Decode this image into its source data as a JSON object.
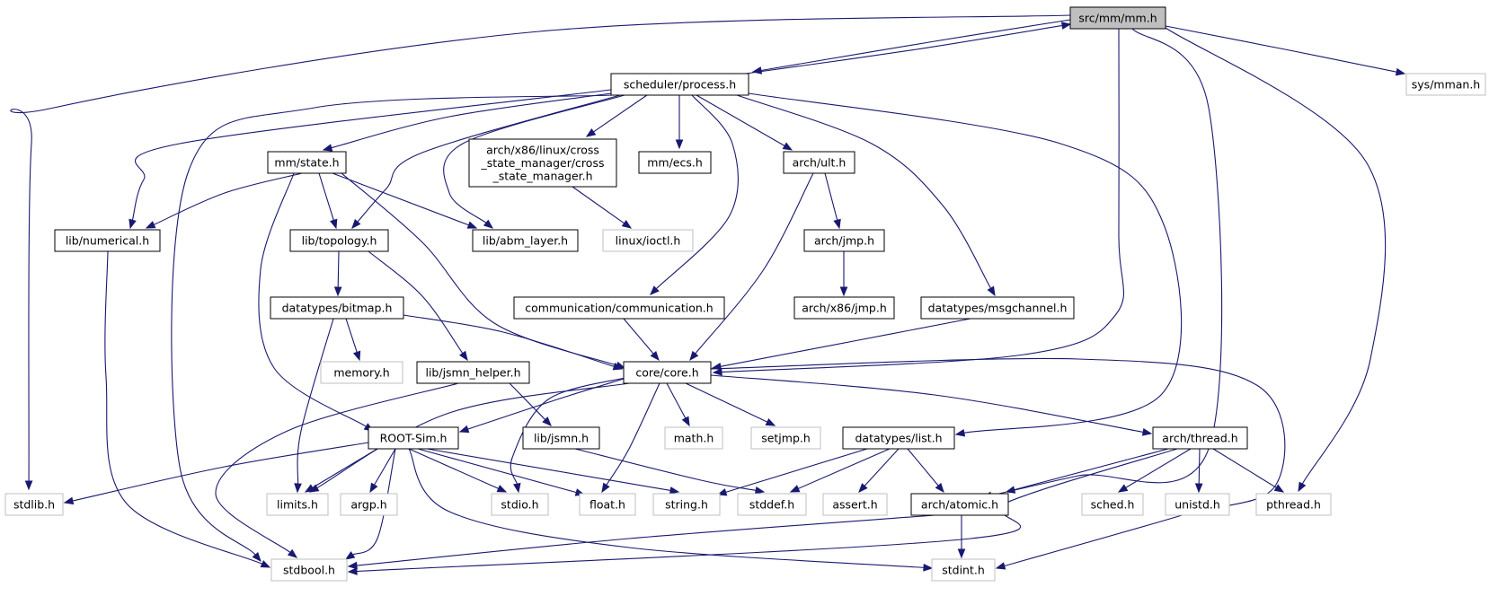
{
  "colors": {
    "edge": "#191970",
    "root_fill": "#bfbfbf",
    "node_border": "#000000",
    "external_border": "#bfbfbf"
  },
  "nodes": [
    {
      "id": "mm",
      "lines": [
        "src/mm/mm.h"
      ],
      "kind": "root"
    },
    {
      "id": "process",
      "lines": [
        "scheduler/process.h"
      ],
      "kind": "internal"
    },
    {
      "id": "sysmman",
      "lines": [
        "sys/mman.h"
      ],
      "kind": "external"
    },
    {
      "id": "state",
      "lines": [
        "mm/state.h"
      ],
      "kind": "internal"
    },
    {
      "id": "cross",
      "lines": [
        "arch/x86/linux/cross",
        "_state_manager/cross",
        "_state_manager.h"
      ],
      "kind": "internal"
    },
    {
      "id": "ecs",
      "lines": [
        "mm/ecs.h"
      ],
      "kind": "internal"
    },
    {
      "id": "ult",
      "lines": [
        "arch/ult.h"
      ],
      "kind": "internal"
    },
    {
      "id": "numerical",
      "lines": [
        "lib/numerical.h"
      ],
      "kind": "internal"
    },
    {
      "id": "topology",
      "lines": [
        "lib/topology.h"
      ],
      "kind": "internal"
    },
    {
      "id": "abm",
      "lines": [
        "lib/abm_layer.h"
      ],
      "kind": "internal"
    },
    {
      "id": "ioctl",
      "lines": [
        "linux/ioctl.h"
      ],
      "kind": "external"
    },
    {
      "id": "jmp",
      "lines": [
        "arch/jmp.h"
      ],
      "kind": "internal"
    },
    {
      "id": "bitmap",
      "lines": [
        "datatypes/bitmap.h"
      ],
      "kind": "internal"
    },
    {
      "id": "comm",
      "lines": [
        "communication/communication.h"
      ],
      "kind": "internal"
    },
    {
      "id": "x86jmp",
      "lines": [
        "arch/x86/jmp.h"
      ],
      "kind": "internal"
    },
    {
      "id": "msgchannel",
      "lines": [
        "datatypes/msgchannel.h"
      ],
      "kind": "internal"
    },
    {
      "id": "memory",
      "lines": [
        "memory.h"
      ],
      "kind": "external"
    },
    {
      "id": "jsmnhelper",
      "lines": [
        "lib/jsmn_helper.h"
      ],
      "kind": "internal"
    },
    {
      "id": "core",
      "lines": [
        "core/core.h"
      ],
      "kind": "internal"
    },
    {
      "id": "rootsim",
      "lines": [
        "ROOT-Sim.h"
      ],
      "kind": "internal"
    },
    {
      "id": "jsmn",
      "lines": [
        "lib/jsmn.h"
      ],
      "kind": "internal"
    },
    {
      "id": "math",
      "lines": [
        "math.h"
      ],
      "kind": "external"
    },
    {
      "id": "setjmp",
      "lines": [
        "setjmp.h"
      ],
      "kind": "external"
    },
    {
      "id": "list",
      "lines": [
        "datatypes/list.h"
      ],
      "kind": "internal"
    },
    {
      "id": "thread",
      "lines": [
        "arch/thread.h"
      ],
      "kind": "internal"
    },
    {
      "id": "stdlib",
      "lines": [
        "stdlib.h"
      ],
      "kind": "external"
    },
    {
      "id": "limits",
      "lines": [
        "limits.h"
      ],
      "kind": "external"
    },
    {
      "id": "argp",
      "lines": [
        "argp.h"
      ],
      "kind": "external"
    },
    {
      "id": "stdio",
      "lines": [
        "stdio.h"
      ],
      "kind": "external"
    },
    {
      "id": "float",
      "lines": [
        "float.h"
      ],
      "kind": "external"
    },
    {
      "id": "string",
      "lines": [
        "string.h"
      ],
      "kind": "external"
    },
    {
      "id": "stddef",
      "lines": [
        "stddef.h"
      ],
      "kind": "external"
    },
    {
      "id": "assert",
      "lines": [
        "assert.h"
      ],
      "kind": "external"
    },
    {
      "id": "atomic",
      "lines": [
        "arch/atomic.h"
      ],
      "kind": "internal"
    },
    {
      "id": "sched",
      "lines": [
        "sched.h"
      ],
      "kind": "external"
    },
    {
      "id": "unistd",
      "lines": [
        "unistd.h"
      ],
      "kind": "external"
    },
    {
      "id": "pthread",
      "lines": [
        "pthread.h"
      ],
      "kind": "external"
    },
    {
      "id": "stdbool",
      "lines": [
        "stdbool.h"
      ],
      "kind": "external"
    },
    {
      "id": "stdint",
      "lines": [
        "stdint.h"
      ],
      "kind": "external"
    }
  ],
  "edges": [
    {
      "from": "mm",
      "to": "process"
    },
    {
      "from": "process",
      "to": "mm"
    },
    {
      "from": "mm",
      "to": "sysmman"
    },
    {
      "from": "mm",
      "to": "stdlib"
    },
    {
      "from": "mm",
      "to": "core"
    },
    {
      "from": "mm",
      "to": "atomic"
    },
    {
      "from": "mm",
      "to": "pthread"
    },
    {
      "from": "process",
      "to": "state"
    },
    {
      "from": "process",
      "to": "cross"
    },
    {
      "from": "process",
      "to": "ecs"
    },
    {
      "from": "process",
      "to": "ult"
    },
    {
      "from": "process",
      "to": "numerical"
    },
    {
      "from": "process",
      "to": "topology"
    },
    {
      "from": "process",
      "to": "abm"
    },
    {
      "from": "process",
      "to": "comm"
    },
    {
      "from": "process",
      "to": "msgchannel"
    },
    {
      "from": "process",
      "to": "list"
    },
    {
      "from": "process",
      "to": "stdbool"
    },
    {
      "from": "state",
      "to": "numerical"
    },
    {
      "from": "state",
      "to": "topology"
    },
    {
      "from": "state",
      "to": "abm"
    },
    {
      "from": "state",
      "to": "core"
    },
    {
      "from": "state",
      "to": "rootsim"
    },
    {
      "from": "cross",
      "to": "ioctl"
    },
    {
      "from": "ult",
      "to": "jmp"
    },
    {
      "from": "ult",
      "to": "core"
    },
    {
      "from": "jmp",
      "to": "x86jmp"
    },
    {
      "from": "numerical",
      "to": "stdbool"
    },
    {
      "from": "topology",
      "to": "bitmap"
    },
    {
      "from": "topology",
      "to": "jsmnhelper"
    },
    {
      "from": "bitmap",
      "to": "memory"
    },
    {
      "from": "bitmap",
      "to": "limits"
    },
    {
      "from": "bitmap",
      "to": "core"
    },
    {
      "from": "comm",
      "to": "core"
    },
    {
      "from": "msgchannel",
      "to": "core"
    },
    {
      "from": "jsmnhelper",
      "to": "jsmn"
    },
    {
      "from": "jsmnhelper",
      "to": "stdbool"
    },
    {
      "from": "jsmn",
      "to": "stddef"
    },
    {
      "from": "core",
      "to": "rootsim"
    },
    {
      "from": "core",
      "to": "math"
    },
    {
      "from": "core",
      "to": "setjmp"
    },
    {
      "from": "core",
      "to": "thread"
    },
    {
      "from": "core",
      "to": "limits"
    },
    {
      "from": "core",
      "to": "stdio"
    },
    {
      "from": "core",
      "to": "float"
    },
    {
      "from": "core",
      "to": "stdint"
    },
    {
      "from": "rootsim",
      "to": "stdlib"
    },
    {
      "from": "rootsim",
      "to": "limits"
    },
    {
      "from": "rootsim",
      "to": "argp"
    },
    {
      "from": "rootsim",
      "to": "stdio"
    },
    {
      "from": "rootsim",
      "to": "float"
    },
    {
      "from": "rootsim",
      "to": "string"
    },
    {
      "from": "rootsim",
      "to": "stdbool"
    },
    {
      "from": "rootsim",
      "to": "stdint"
    },
    {
      "from": "list",
      "to": "string"
    },
    {
      "from": "list",
      "to": "stddef"
    },
    {
      "from": "list",
      "to": "assert"
    },
    {
      "from": "list",
      "to": "atomic"
    },
    {
      "from": "thread",
      "to": "atomic"
    },
    {
      "from": "thread",
      "to": "sched"
    },
    {
      "from": "thread",
      "to": "unistd"
    },
    {
      "from": "thread",
      "to": "pthread"
    },
    {
      "from": "thread",
      "to": "stdbool"
    },
    {
      "from": "atomic",
      "to": "stdbool"
    },
    {
      "from": "atomic",
      "to": "stdint"
    }
  ]
}
